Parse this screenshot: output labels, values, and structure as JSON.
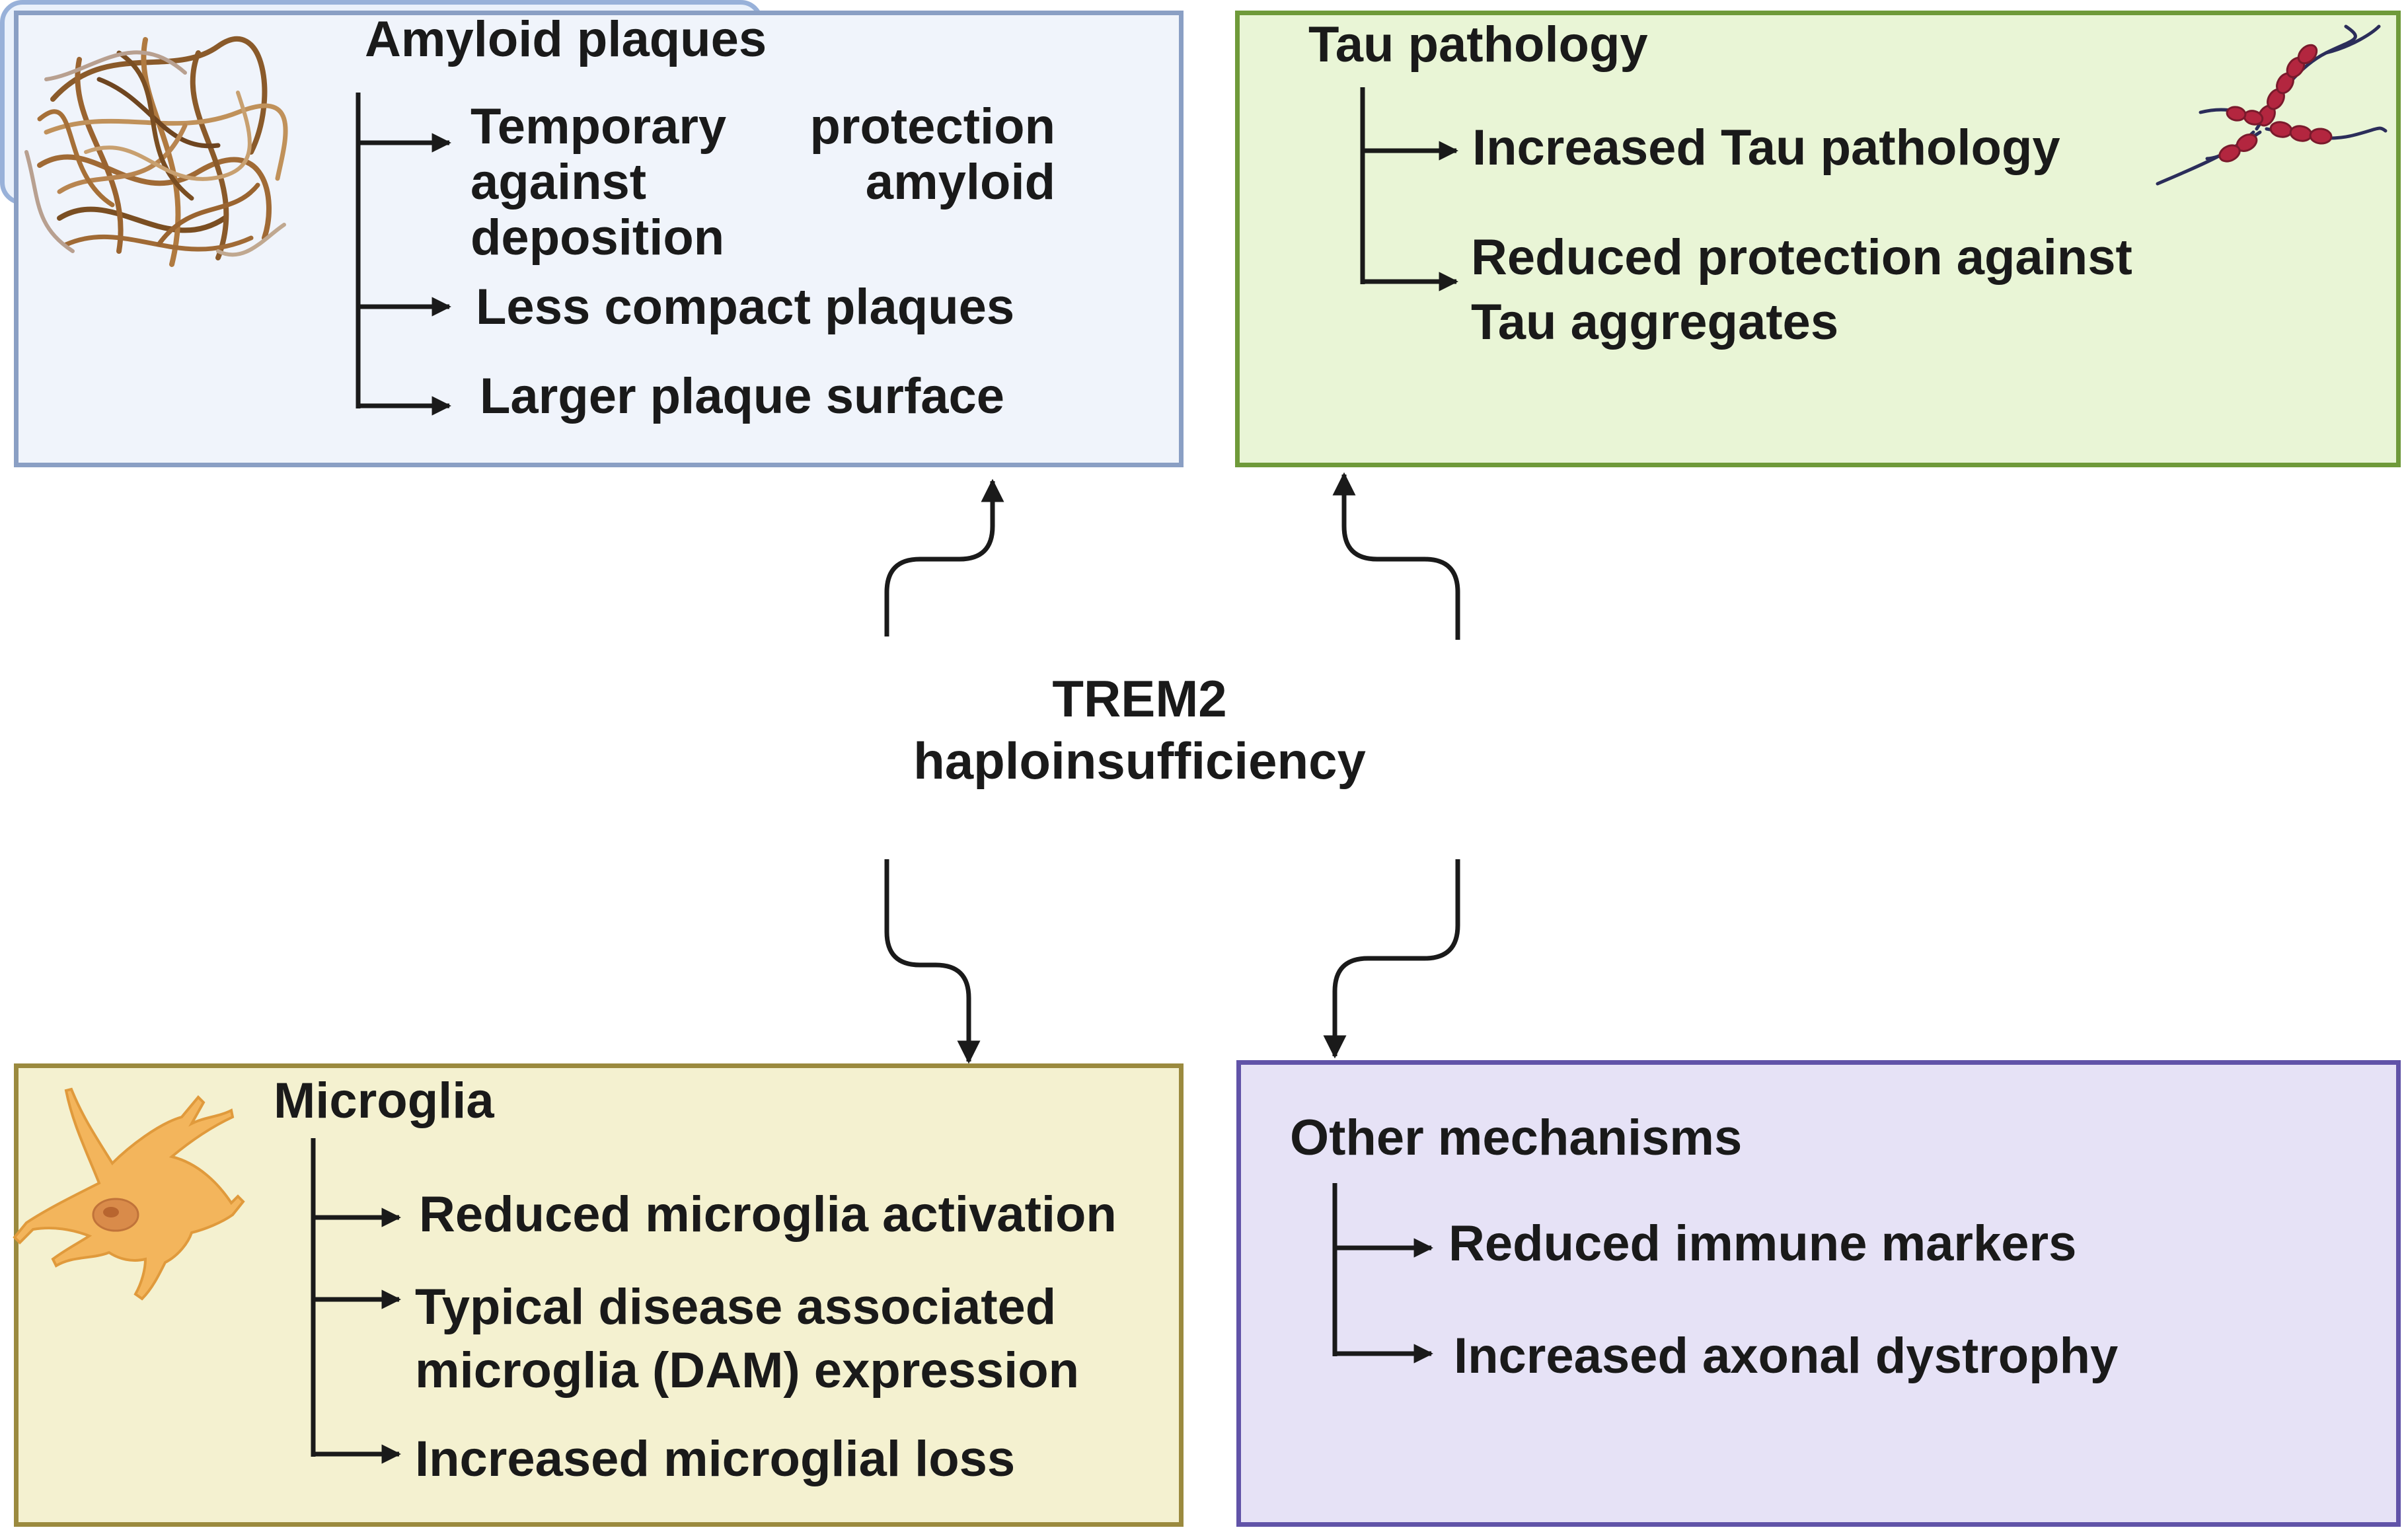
{
  "amyloid": {
    "title": "Amyloid plaques",
    "items": [
      [
        "Temporary protection",
        "against amyloid",
        "deposition"
      ],
      "Less compact plaques",
      "Larger plaque surface"
    ]
  },
  "tau": {
    "title": "Tau pathology",
    "items": [
      "Increased Tau pathology",
      [
        "Reduced protection against",
        "Tau aggregates"
      ]
    ]
  },
  "center": {
    "line1": "TREM2",
    "line2": "haploinsufficiency"
  },
  "microglia": {
    "title": "Microglia",
    "items": [
      "Reduced microglia activation",
      [
        "Typical disease associated",
        "microglia (DAM) expression"
      ],
      "Increased microglial loss"
    ]
  },
  "other": {
    "title": "Other mechanisms",
    "items": [
      "Reduced immune markers",
      "Increased axonal dystrophy"
    ]
  },
  "colors": {
    "amyloid_fill": "#f0f4fb",
    "amyloid_border": "#8a9fc4",
    "tau_fill": "#e9f5d6",
    "tau_border": "#6f9a3a",
    "microglia_fill": "#f4f1d0",
    "microglia_border": "#9b8a3e",
    "other_fill": "#e6e2f6",
    "other_border": "#6153a8",
    "center_fill": "#eaf1fb",
    "center_border": "#98b1d9",
    "arrow": "#1a1a1a"
  },
  "icons": [
    "amyloid-fibril-icon",
    "tau-filament-icon",
    "microglia-cell-icon"
  ]
}
